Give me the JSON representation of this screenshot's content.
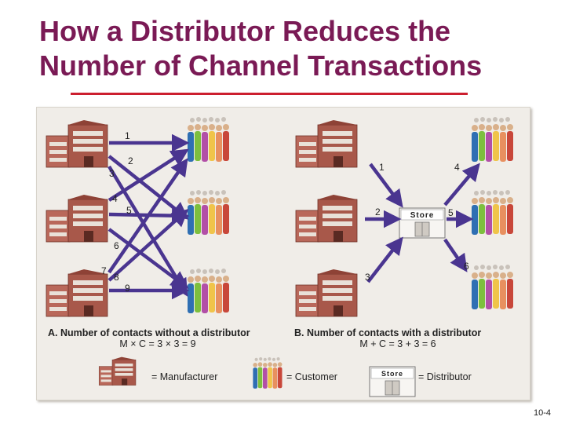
{
  "slide": {
    "title_line1": "How a Distributor Reduces the",
    "title_line2": "Number of Channel Transactions",
    "page_number": "10-4"
  },
  "diagram_a": {
    "caption": "A. Number of contacts without a distributor",
    "formula": "M × C = 3 × 3 = 9",
    "contact_numbers": [
      "1",
      "2",
      "3",
      "4",
      "5",
      "6",
      "7",
      "8",
      "9"
    ]
  },
  "diagram_b": {
    "caption": "B. Number of contacts with a distributor",
    "formula": "M + C = 3 + 3 = 6",
    "store_label": "Store",
    "contact_numbers": [
      "1",
      "2",
      "3",
      "4",
      "5",
      "6"
    ]
  },
  "legend": {
    "manufacturer": "= Manufacturer",
    "customer": "= Customer",
    "distributor": "= Distributor",
    "store_label": "Store"
  },
  "colors": {
    "title": "#7a1a55",
    "rule": "#cc1f2f",
    "arrow": "#4a3590",
    "building": "#a8584a",
    "panel": "#f0ede8"
  }
}
